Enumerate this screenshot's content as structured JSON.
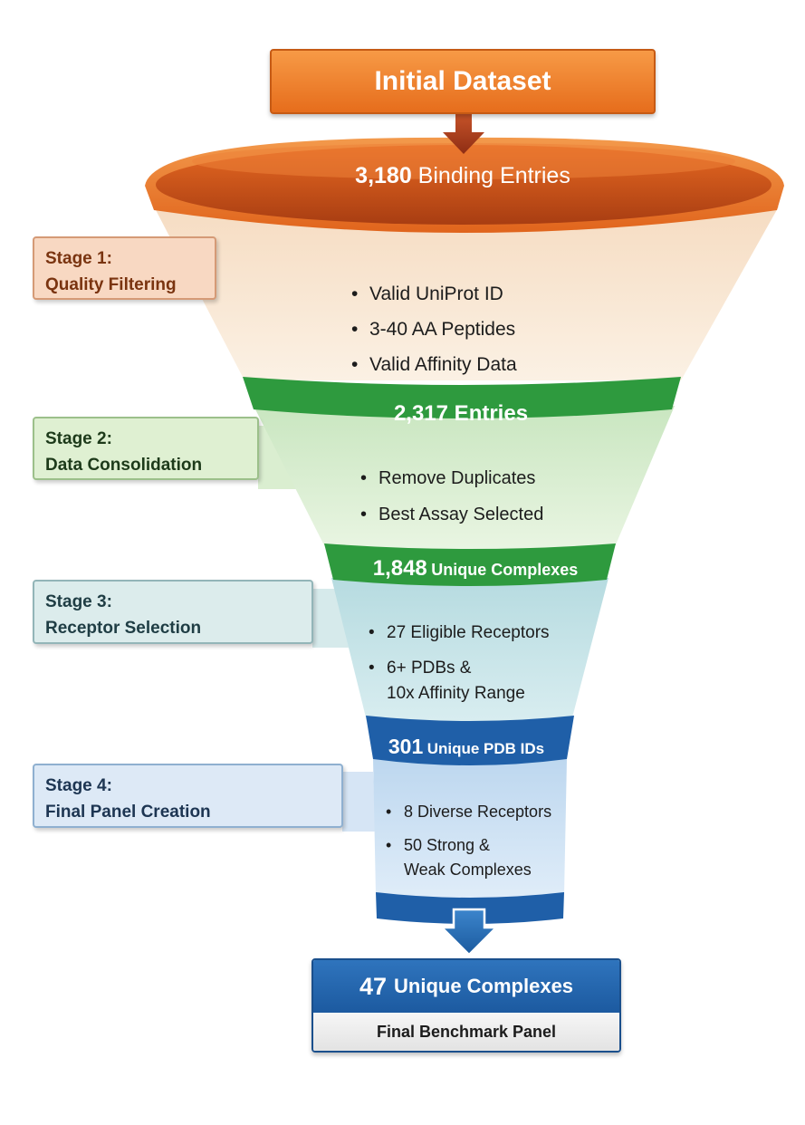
{
  "title": "Initial Dataset",
  "colors": {
    "orange": "#e9742a",
    "green": "#2e9a3e",
    "teal": "#2f8f88",
    "blue": "#1f5fa8",
    "dark_blue": "#1a4f8c"
  },
  "funnel": {
    "levels": [
      {
        "num": "3,180",
        "unit": "Binding Entries"
      },
      {
        "num": "2,317",
        "unit": "Entries"
      },
      {
        "num": "1,848",
        "unit": "Unique Complexes"
      },
      {
        "num": "301",
        "unit": "Unique PDB IDs"
      }
    ]
  },
  "stages": [
    {
      "line1": "Stage 1:",
      "line2": "Quality Filtering",
      "bullets": [
        "Valid UniProt ID",
        "3-40 AA Peptides",
        "Valid Affinity Data"
      ]
    },
    {
      "line1": "Stage 2:",
      "line2": "Data Consolidation",
      "bullets": [
        "Remove Duplicates",
        "Best Assay Selected"
      ]
    },
    {
      "line1": "Stage 3:",
      "line2": "Receptor Selection",
      "bullets": [
        "27 Eligible Receptors",
        "6+ PDBs &",
        "10x Affinity Range"
      ]
    },
    {
      "line1": "Stage 4:",
      "line2": "Final Panel Creation",
      "bullets": [
        "8 Diverse Receptors",
        "50 Strong &",
        "Weak Complexes"
      ]
    }
  ],
  "final": {
    "num": "47",
    "unit": "Unique Complexes",
    "subtitle": "Final Benchmark Panel"
  }
}
